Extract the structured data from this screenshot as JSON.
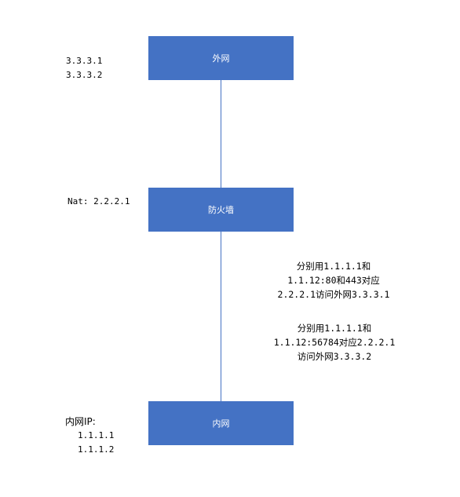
{
  "nodes": {
    "external": {
      "label": "外网"
    },
    "firewall": {
      "label": "防火墙"
    },
    "internal": {
      "label": "内网"
    }
  },
  "external_ips": [
    "3.3.3.1",
    "3.3.3.2"
  ],
  "nat": {
    "label": "Nat: 2.2.2.1"
  },
  "internal_ip": {
    "title": "内网IP:",
    "ips": [
      "1.1.1.1",
      "1.1.1.2"
    ]
  },
  "notes": [
    {
      "lines": [
        "分别用1.1.1.1和",
        "1.1.12:80和443对应",
        "2.2.2.1访问外网3.3.3.1"
      ]
    },
    {
      "lines": [
        "分别用1.1.1.1和",
        "1.1.12:56784对应2.2.2.1",
        "访问外网3.3.3.2"
      ]
    }
  ],
  "colors": {
    "node_fill": "#4472c4",
    "node_text": "#ffffff",
    "connector": "#4472c4"
  }
}
